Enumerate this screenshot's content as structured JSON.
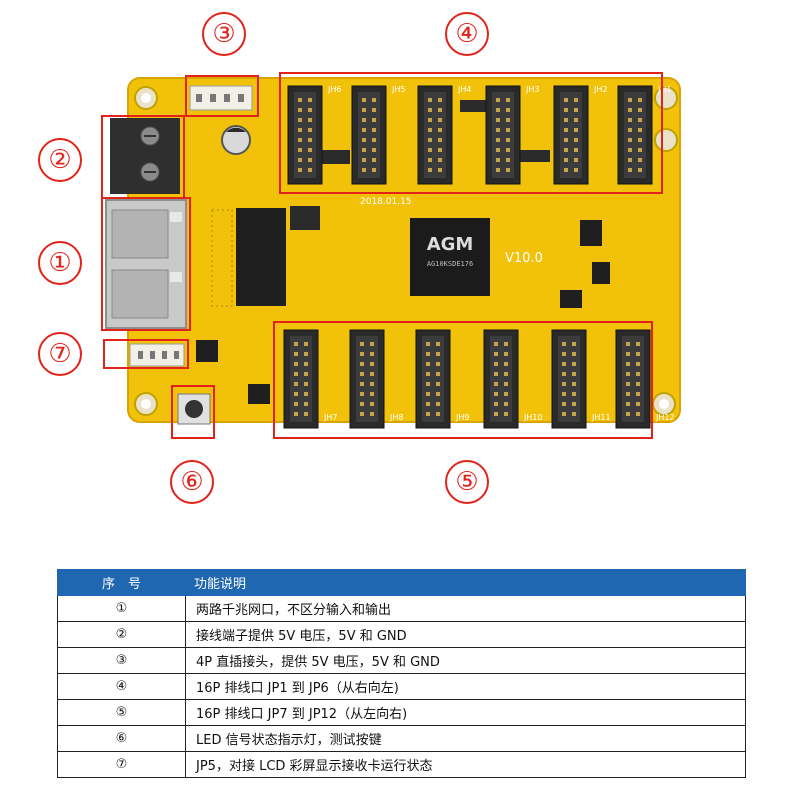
{
  "figure": {
    "board_silk": {
      "headers_top": [
        "JH6",
        "JH5",
        "JH4",
        "JH3",
        "JH2",
        "JH1"
      ],
      "headers_bottom": [
        "JH7",
        "JH8",
        "JH9",
        "JH10",
        "JH11",
        "JH12"
      ],
      "chip_brand": "AGM",
      "chip_part": "AG10KSDE176",
      "version": "V10.0",
      "date": "2018.01.15"
    },
    "callouts": [
      "①",
      "②",
      "③",
      "④",
      "⑤",
      "⑥",
      "⑦"
    ],
    "colors": {
      "board": "#f2c20a",
      "board_edge": "#d9a400",
      "callout": "#e2231a",
      "connector": "#2a2a2a",
      "table_header": "#1f67b1"
    }
  },
  "table": {
    "headers": [
      "序　号",
      "功能说明"
    ],
    "rows": [
      {
        "num": "①",
        "desc": "两路千兆网口，不区分输入和输出"
      },
      {
        "num": "②",
        "desc": "接线端子提供 5V 电压，5V 和 GND"
      },
      {
        "num": "③",
        "desc": "4P 直插接头，提供 5V 电压，5V 和 GND"
      },
      {
        "num": "④",
        "desc": "16P 排线口 JP1 到 JP6（从右向左)"
      },
      {
        "num": "⑤",
        "desc": "16P 排线口 JP7 到 JP12（从左向右)"
      },
      {
        "num": "⑥",
        "desc": "LED 信号状态指示灯，测试按键"
      },
      {
        "num": "⑦",
        "desc": "JP5，对接 LCD 彩屏显示接收卡运行状态"
      }
    ]
  }
}
